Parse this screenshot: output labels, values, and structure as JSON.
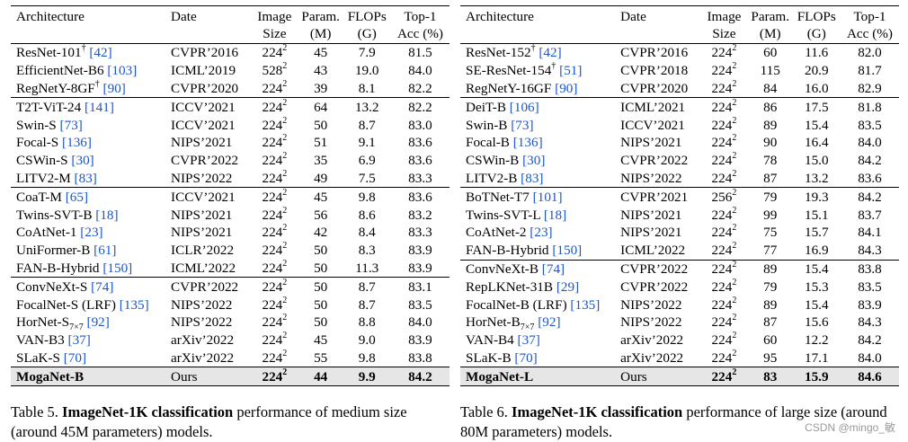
{
  "tables": [
    {
      "id": "table5",
      "headers": {
        "architecture": "Architecture",
        "date": "Date",
        "size": [
          "Image",
          "Size"
        ],
        "param": [
          "Param.",
          "(M)"
        ],
        "flops": [
          "FLOPs",
          "(G)"
        ],
        "top1": [
          "Top-1",
          "Acc (%)"
        ]
      },
      "rows": [
        {
          "arch": "ResNet-101",
          "dag": "†",
          "ref": "42",
          "date": "CVPR’2016",
          "size": "224",
          "param": "45",
          "flops": "7.9",
          "top1": "81.5",
          "group_start": false
        },
        {
          "arch": "EfficientNet-B6",
          "ref": "103",
          "date": "ICML’2019",
          "size": "528",
          "param": "43",
          "flops": "19.0",
          "top1": "84.0"
        },
        {
          "arch": "RegNetY-8GF",
          "dag": "†",
          "ref": "90",
          "date": "CVPR’2020",
          "size": "224",
          "param": "39",
          "flops": "8.1",
          "top1": "82.2"
        },
        {
          "arch": "T2T-ViT-24",
          "ref": "141",
          "date": "ICCV’2021",
          "size": "224",
          "param": "64",
          "flops": "13.2",
          "top1": "82.2",
          "group_start": true
        },
        {
          "arch": "Swin-S",
          "ref": "73",
          "date": "ICCV’2021",
          "size": "224",
          "param": "50",
          "flops": "8.7",
          "top1": "83.0"
        },
        {
          "arch": "Focal-S",
          "ref": "136",
          "date": "NIPS’2021",
          "size": "224",
          "param": "51",
          "flops": "9.1",
          "top1": "83.6"
        },
        {
          "arch": "CSWin-S",
          "ref": "30",
          "date": "CVPR’2022",
          "size": "224",
          "param": "35",
          "flops": "6.9",
          "top1": "83.6"
        },
        {
          "arch": "LITV2-M",
          "ref": "83",
          "date": "NIPS’2022",
          "size": "224",
          "param": "49",
          "flops": "7.5",
          "top1": "83.3"
        },
        {
          "arch": "CoaT-M",
          "ref": "65",
          "date": "ICCV’2021",
          "size": "224",
          "param": "45",
          "flops": "9.8",
          "top1": "83.6",
          "group_start": true
        },
        {
          "arch": "Twins-SVT-B",
          "ref": "18",
          "date": "NIPS’2021",
          "size": "224",
          "param": "56",
          "flops": "8.6",
          "top1": "83.2"
        },
        {
          "arch": "CoAtNet-1",
          "ref": "23",
          "date": "NIPS’2021",
          "size": "224",
          "param": "42",
          "flops": "8.4",
          "top1": "83.3"
        },
        {
          "arch": "UniFormer-B",
          "ref": "61",
          "date": "ICLR’2022",
          "size": "224",
          "param": "50",
          "flops": "8.3",
          "top1": "83.9"
        },
        {
          "arch": "FAN-B-Hybrid",
          "ref": "150",
          "date": "ICML’2022",
          "size": "224",
          "param": "50",
          "flops": "11.3",
          "top1": "83.9"
        },
        {
          "arch": "ConvNeXt-S",
          "ref": "74",
          "date": "CVPR’2022",
          "size": "224",
          "param": "50",
          "flops": "8.7",
          "top1": "83.1",
          "group_start": true
        },
        {
          "arch": "FocalNet-S (LRF)",
          "ref": "135",
          "date": "NIPS’2022",
          "size": "224",
          "param": "50",
          "flops": "8.7",
          "top1": "83.5"
        },
        {
          "arch": "HorNet-S",
          "subscript": "7×7",
          "ref": "92",
          "date": "NIPS’2022",
          "size": "224",
          "param": "50",
          "flops": "8.8",
          "top1": "84.0"
        },
        {
          "arch": "VAN-B3",
          "ref": "37",
          "date": "arXiv’2022",
          "size": "224",
          "param": "45",
          "flops": "9.0",
          "top1": "83.9"
        },
        {
          "arch": "SLaK-S",
          "ref": "70",
          "date": "arXiv’2022",
          "size": "224",
          "param": "55",
          "flops": "9.8",
          "top1": "83.8"
        },
        {
          "arch": "MogaNet-B",
          "date": "Ours",
          "size": "224",
          "param": "44",
          "flops": "9.9",
          "top1": "84.2",
          "ours": true
        }
      ],
      "caption": {
        "label": "Table 5.",
        "bold": "ImageNet-1K classification",
        "rest": "performance of medium size (around 45M parameters) models."
      }
    },
    {
      "id": "table6",
      "headers": {
        "architecture": "Architecture",
        "date": "Date",
        "size": [
          "Image",
          "Size"
        ],
        "param": [
          "Param.",
          "(M)"
        ],
        "flops": [
          "FLOPs",
          "(G)"
        ],
        "top1": [
          "Top-1",
          "Acc (%)"
        ]
      },
      "rows": [
        {
          "arch": "ResNet-152",
          "dag": "†",
          "ref": "42",
          "date": "CVPR’2016",
          "size": "224",
          "param": "60",
          "flops": "11.6",
          "top1": "82.0"
        },
        {
          "arch": "SE-ResNet-154",
          "dag": "†",
          "ref": "51",
          "date": "CVPR’2018",
          "size": "224",
          "param": "115",
          "flops": "20.9",
          "top1": "81.7"
        },
        {
          "arch": "RegNetY-16GF",
          "ref": "90",
          "date": "CVPR’2020",
          "size": "224",
          "param": "84",
          "flops": "16.0",
          "top1": "82.9"
        },
        {
          "arch": "DeiT-B",
          "ref": "106",
          "date": "ICML’2021",
          "size": "224",
          "param": "86",
          "flops": "17.5",
          "top1": "81.8",
          "group_start": true
        },
        {
          "arch": "Swin-B",
          "ref": "73",
          "date": "ICCV’2021",
          "size": "224",
          "param": "89",
          "flops": "15.4",
          "top1": "83.5"
        },
        {
          "arch": "Focal-B",
          "ref": "136",
          "date": "NIPS’2021",
          "size": "224",
          "param": "90",
          "flops": "16.4",
          "top1": "84.0"
        },
        {
          "arch": "CSWin-B",
          "ref": "30",
          "date": "CVPR’2022",
          "size": "224",
          "param": "78",
          "flops": "15.0",
          "top1": "84.2"
        },
        {
          "arch": "LITV2-B",
          "ref": "83",
          "date": "NIPS’2022",
          "size": "224",
          "param": "87",
          "flops": "13.2",
          "top1": "83.6"
        },
        {
          "arch": "BoTNet-T7",
          "ref": "101",
          "date": "CVPR’2021",
          "size": "256",
          "param": "79",
          "flops": "19.3",
          "top1": "84.2",
          "group_start": true
        },
        {
          "arch": "Twins-SVT-L",
          "ref": "18",
          "date": "NIPS’2021",
          "size": "224",
          "param": "99",
          "flops": "15.1",
          "top1": "83.7"
        },
        {
          "arch": "CoAtNet-2",
          "ref": "23",
          "date": "NIPS’2021",
          "size": "224",
          "param": "75",
          "flops": "15.7",
          "top1": "84.1"
        },
        {
          "arch": "FAN-B-Hybrid",
          "ref": "150",
          "date": "ICML’2022",
          "size": "224",
          "param": "77",
          "flops": "16.9",
          "top1": "84.3"
        },
        {
          "arch": "ConvNeXt-B",
          "ref": "74",
          "date": "CVPR’2022",
          "size": "224",
          "param": "89",
          "flops": "15.4",
          "top1": "83.8",
          "group_start": true
        },
        {
          "arch": "RepLKNet-31B",
          "ref": "29",
          "date": "CVPR’2022",
          "size": "224",
          "param": "79",
          "flops": "15.3",
          "top1": "83.5"
        },
        {
          "arch": "FocalNet-B (LRF)",
          "ref": "135",
          "date": "NIPS’2022",
          "size": "224",
          "param": "89",
          "flops": "15.4",
          "top1": "83.9"
        },
        {
          "arch": "HorNet-B",
          "subscript": "7×7",
          "ref": "92",
          "date": "NIPS’2022",
          "size": "224",
          "param": "87",
          "flops": "15.6",
          "top1": "84.3"
        },
        {
          "arch": "VAN-B4",
          "ref": "37",
          "date": "arXiv’2022",
          "size": "224",
          "param": "60",
          "flops": "12.2",
          "top1": "84.2"
        },
        {
          "arch": "SLaK-B",
          "ref": "70",
          "date": "arXiv’2022",
          "size": "224",
          "param": "95",
          "flops": "17.1",
          "top1": "84.0"
        },
        {
          "arch": "MogaNet-L",
          "date": "Ours",
          "size": "224",
          "param": "83",
          "flops": "15.9",
          "top1": "84.6",
          "ours": true
        }
      ],
      "caption": {
        "label": "Table 6.",
        "bold": "ImageNet-1K classification",
        "rest": "performance of large size (around 80M parameters) models."
      }
    }
  ],
  "size_superscript": "2",
  "watermark": "CSDN @mingo_敏",
  "colors": {
    "reference_link": "#1a56c9",
    "ours_row_background": "#e6e6e6",
    "watermark": "#9a9a9a"
  }
}
